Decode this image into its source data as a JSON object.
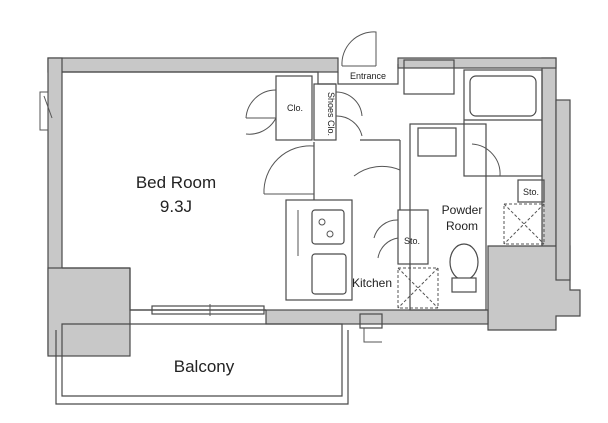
{
  "rooms": {
    "bedroom_name": "Bed Room",
    "bedroom_area": "9.3J",
    "balcony": "Balcony",
    "kitchen": "Kitchen",
    "powder_room_line1": "Powder",
    "powder_room_line2": "Room",
    "entrance": "Entrance",
    "closet": "Clo.",
    "shoe_closet": "Shoes Clo.",
    "storage_kitchen": "Sto.",
    "storage_bath": "Sto."
  }
}
